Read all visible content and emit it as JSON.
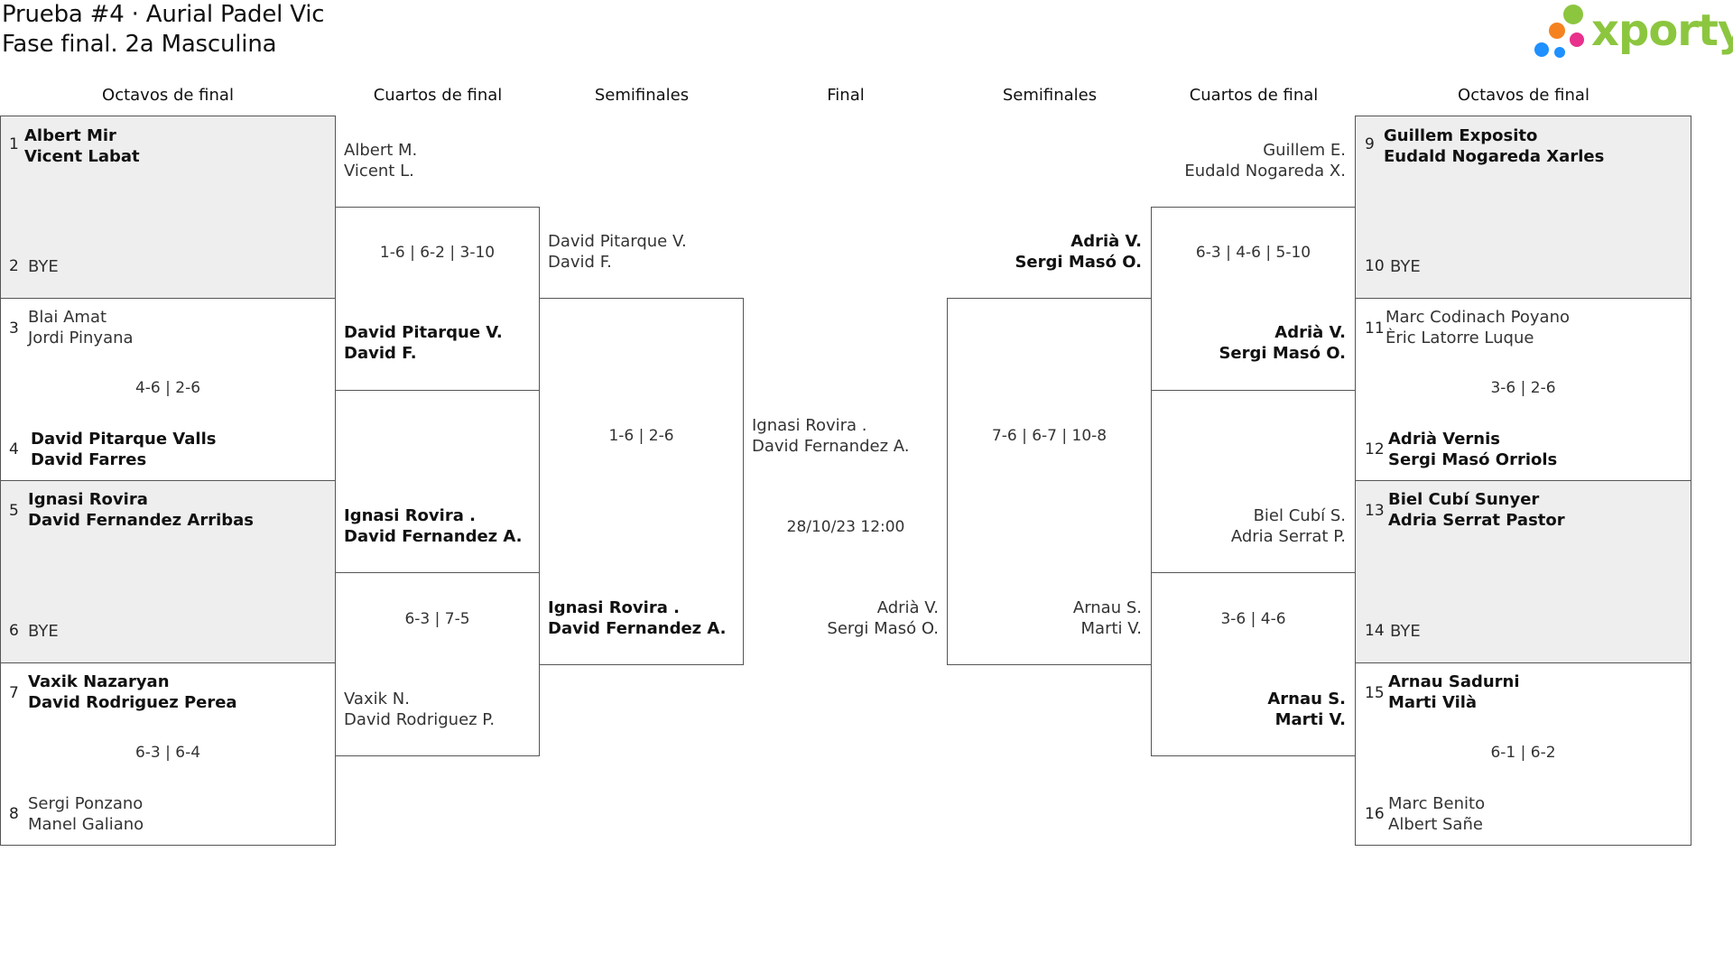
{
  "header": {
    "title": "Prueba #4 · Aurial Padel Vic",
    "subtitle": "Fase final. 2a Masculina",
    "logo_text": "xporty",
    "logo_colors": [
      "#8cc63f",
      "#1e90ff",
      "#f58220",
      "#e8308c"
    ]
  },
  "columns": {
    "left_r16": "Octavos de final",
    "left_qf": "Cuartos de final",
    "left_sf": "Semifinales",
    "final": "Final",
    "right_sf": "Semifinales",
    "right_qf": "Cuartos de final",
    "right_r16": "Octavos de final"
  },
  "left_r16": [
    {
      "seed_a": "1",
      "a1": "Albert Mir",
      "a2": "Vicent Labat",
      "seed_b": "2",
      "b1": "BYE",
      "score": ""
    },
    {
      "seed_a": "3",
      "a1": "Blai Amat",
      "a2": "Jordi Pinyana",
      "seed_b": "4",
      "b1": "David Pitarque Valls",
      "b2": "David Farres",
      "score": "4-6 | 2-6"
    },
    {
      "seed_a": "5",
      "a1": "Ignasi Rovira",
      "a2": "David Fernandez Arribas",
      "seed_b": "6",
      "b1": "BYE",
      "score": ""
    },
    {
      "seed_a": "7",
      "a1": "Vaxik Nazaryan",
      "a2": "David Rodriguez Perea",
      "seed_b": "8",
      "b1": "Sergi Ponzano",
      "b2": "Manel Galiano",
      "score": "6-3 | 6-4"
    }
  ],
  "left_qf": [
    {
      "a1": "Albert M.",
      "a2": "Vicent L.",
      "b1": "David Pitarque V.",
      "b2": "David F.",
      "score": "1-6 | 6-2 | 3-10"
    },
    {
      "a1": "Ignasi Rovira .",
      "a2": "David Fernandez A.",
      "b1": "Vaxik N.",
      "b2": "David Rodriguez P.",
      "score": "6-3 | 7-5"
    }
  ],
  "left_sf": {
    "a1": "David Pitarque V.",
    "a2": "David F.",
    "b1": "Ignasi Rovira .",
    "b2": "David Fernandez A.",
    "score": "1-6 | 2-6"
  },
  "final": {
    "a1": "Ignasi Rovira .",
    "a2": "David Fernandez A.",
    "date": "28/10/23 12:00",
    "b1": "Adrià V.",
    "b2": "Sergi Masó O."
  },
  "right_sf": {
    "a1": "Adrià V.",
    "a2": "Sergi Masó O.",
    "b1": "Arnau S.",
    "b2": "Marti V.",
    "score": "7-6 | 6-7 | 10-8"
  },
  "right_qf": [
    {
      "a1": "Guillem E.",
      "a2": "Eudald Nogareda X.",
      "b1": "Adrià V.",
      "b2": "Sergi Masó O.",
      "score": "6-3 | 4-6 | 5-10"
    },
    {
      "a1": "Biel Cubí S.",
      "a2": "Adria Serrat P.",
      "b1": "Arnau S.",
      "b2": "Marti V.",
      "score": "3-6 | 4-6"
    }
  ],
  "right_r16": [
    {
      "seed_a": "9",
      "a1": "Guillem Exposito",
      "a2": "Eudald Nogareda Xarles",
      "seed_b": "10",
      "b1": "BYE",
      "score": ""
    },
    {
      "seed_a": "11",
      "a1": "Marc Codinach Poyano",
      "a2": "Èric Latorre Luque",
      "seed_b": "12",
      "b1": "Adrià Vernis",
      "b2": "Sergi Masó Orriols",
      "score": "3-6 | 2-6"
    },
    {
      "seed_a": "13",
      "a1": "Biel Cubí Sunyer",
      "a2": "Adria Serrat Pastor",
      "seed_b": "14",
      "b1": "BYE",
      "score": ""
    },
    {
      "seed_a": "15",
      "a1": "Arnau Sadurni",
      "a2": "Marti Vilà",
      "seed_b": "16",
      "b1": "Marc Benito",
      "b2": "Albert Sañe",
      "score": "6-1 | 6-2"
    }
  ]
}
